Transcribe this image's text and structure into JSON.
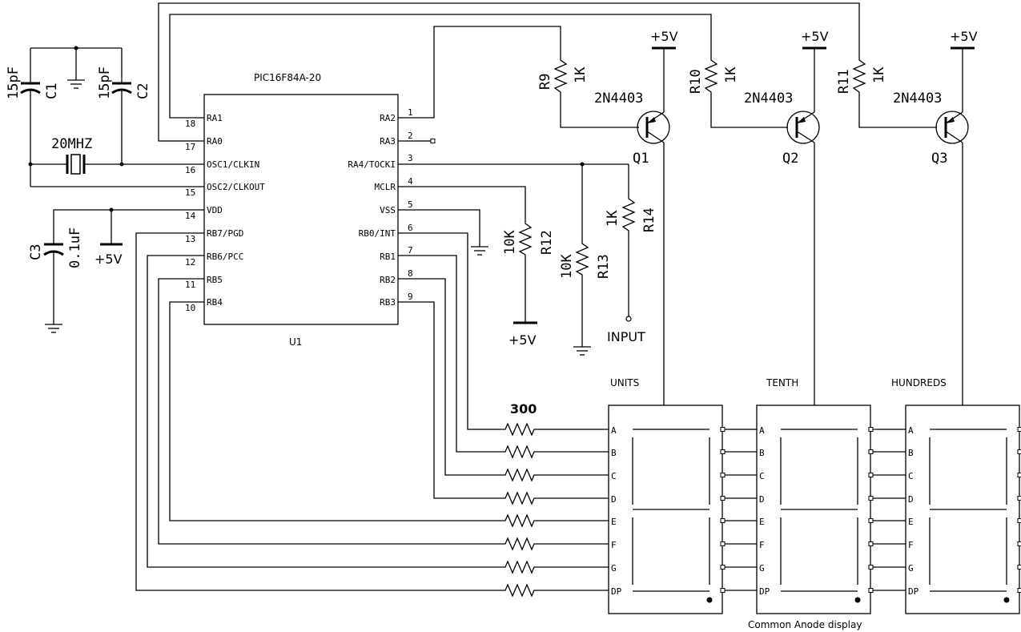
{
  "mcu": {
    "part": "PIC16F84A-20",
    "ref": "U1",
    "left_pins": [
      {
        "num": "18",
        "name": "RA1"
      },
      {
        "num": "17",
        "name": "RA0"
      },
      {
        "num": "16",
        "name": "OSC1/CLKIN"
      },
      {
        "num": "15",
        "name": "OSC2/CLKOUT"
      },
      {
        "num": "14",
        "name": "VDD"
      },
      {
        "num": "13",
        "name": "RB7/PGD"
      },
      {
        "num": "12",
        "name": "RB6/PCC"
      },
      {
        "num": "11",
        "name": "RB5"
      },
      {
        "num": "10",
        "name": "RB4"
      }
    ],
    "right_pins": [
      {
        "num": "1",
        "name": "RA2"
      },
      {
        "num": "2",
        "name": "RA3"
      },
      {
        "num": "3",
        "name": "RA4/TOCKI"
      },
      {
        "num": "4",
        "name": "MCLR"
      },
      {
        "num": "5",
        "name": "VSS"
      },
      {
        "num": "6",
        "name": "RB0/INT"
      },
      {
        "num": "7",
        "name": "RB1"
      },
      {
        "num": "8",
        "name": "RB2"
      },
      {
        "num": "9",
        "name": "RB3"
      }
    ]
  },
  "oscillator": {
    "crystal": "20MHZ",
    "c1": {
      "ref": "C1",
      "value": "15pF"
    },
    "c2": {
      "ref": "C2",
      "value": "15pF"
    }
  },
  "decoupling": {
    "ref": "C3",
    "value": "0.1uF"
  },
  "supply_label": "+5V",
  "resistors": {
    "r9": {
      "ref": "R9",
      "value": "1K"
    },
    "r10": {
      "ref": "R10",
      "value": "1K"
    },
    "r11": {
      "ref": "R11",
      "value": "1K"
    },
    "r12": {
      "ref": "R12",
      "value": "10K"
    },
    "r13": {
      "ref": "R13",
      "value": "10K"
    },
    "r14": {
      "ref": "R14",
      "value": "1K"
    },
    "segment_value": "300"
  },
  "transistors": [
    {
      "ref": "Q1",
      "part": "2N4403"
    },
    {
      "ref": "Q2",
      "part": "2N4403"
    },
    {
      "ref": "Q3",
      "part": "2N4403"
    }
  ],
  "input_label": "INPUT",
  "displays": [
    {
      "title": "UNITS"
    },
    {
      "title": "TENTH"
    },
    {
      "title": "HUNDREDS"
    }
  ],
  "segment_pins": [
    "A",
    "B",
    "C",
    "D",
    "E",
    "F",
    "G",
    "DP"
  ],
  "display_caption": "Common Anode display"
}
